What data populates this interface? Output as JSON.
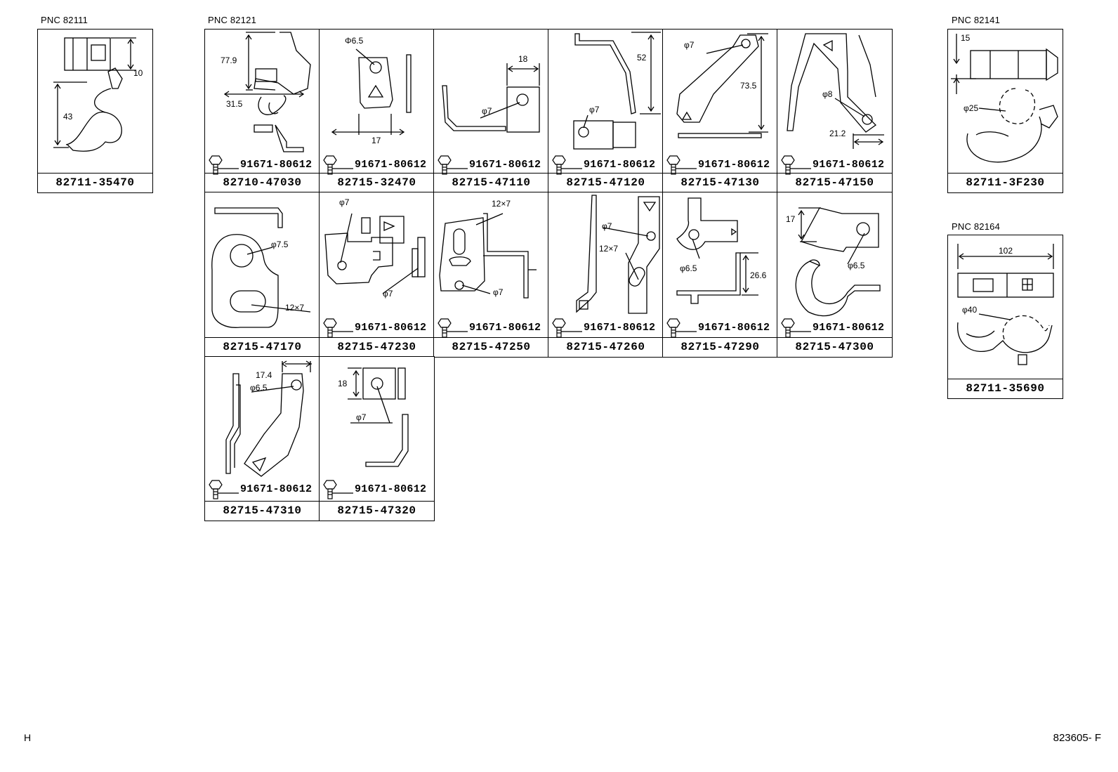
{
  "groups": [
    {
      "pnc_label": "PNC 82111"
    },
    {
      "pnc_label": "PNC 82121"
    },
    {
      "pnc_label": "PNC 82141"
    },
    {
      "pnc_label": "PNC 82164"
    }
  ],
  "bolt_part": "91671-80612",
  "cells": [
    {
      "part": "82711-35470",
      "dims": [
        "10",
        "43"
      ]
    },
    {
      "part": "82710-47030",
      "dims": [
        "77.9",
        "31.5"
      ]
    },
    {
      "part": "82715-32470",
      "dims": [
        "Φ6.5",
        "17"
      ]
    },
    {
      "part": "82715-47110",
      "dims": [
        "18",
        "φ7"
      ]
    },
    {
      "part": "82715-47120",
      "dims": [
        "52",
        "φ7"
      ]
    },
    {
      "part": "82715-47130",
      "dims": [
        "φ7",
        "73.5"
      ]
    },
    {
      "part": "82715-47150",
      "dims": [
        "φ8",
        "21.2"
      ]
    },
    {
      "part": "82711-3F230",
      "dims": [
        "15",
        "φ25"
      ]
    },
    {
      "part": "82715-47170",
      "dims": [
        "φ7.5",
        "12×7"
      ]
    },
    {
      "part": "82715-47230",
      "dims": [
        "φ7",
        "φ7"
      ]
    },
    {
      "part": "82715-47250",
      "dims": [
        "12×7",
        "φ7"
      ]
    },
    {
      "part": "82715-47260",
      "dims": [
        "φ7",
        "12×7"
      ]
    },
    {
      "part": "82715-47290",
      "dims": [
        "φ6.5",
        "26.6"
      ]
    },
    {
      "part": "82715-47300",
      "dims": [
        "17",
        "φ6.5"
      ]
    },
    {
      "part": "82711-35690",
      "dims": [
        "102",
        "φ40"
      ]
    },
    {
      "part": "82715-47310",
      "dims": [
        "17.4",
        "φ6.5"
      ]
    },
    {
      "part": "82715-47320",
      "dims": [
        "18",
        "φ7"
      ]
    }
  ],
  "footer": {
    "left": "H",
    "right": "823605- F"
  }
}
